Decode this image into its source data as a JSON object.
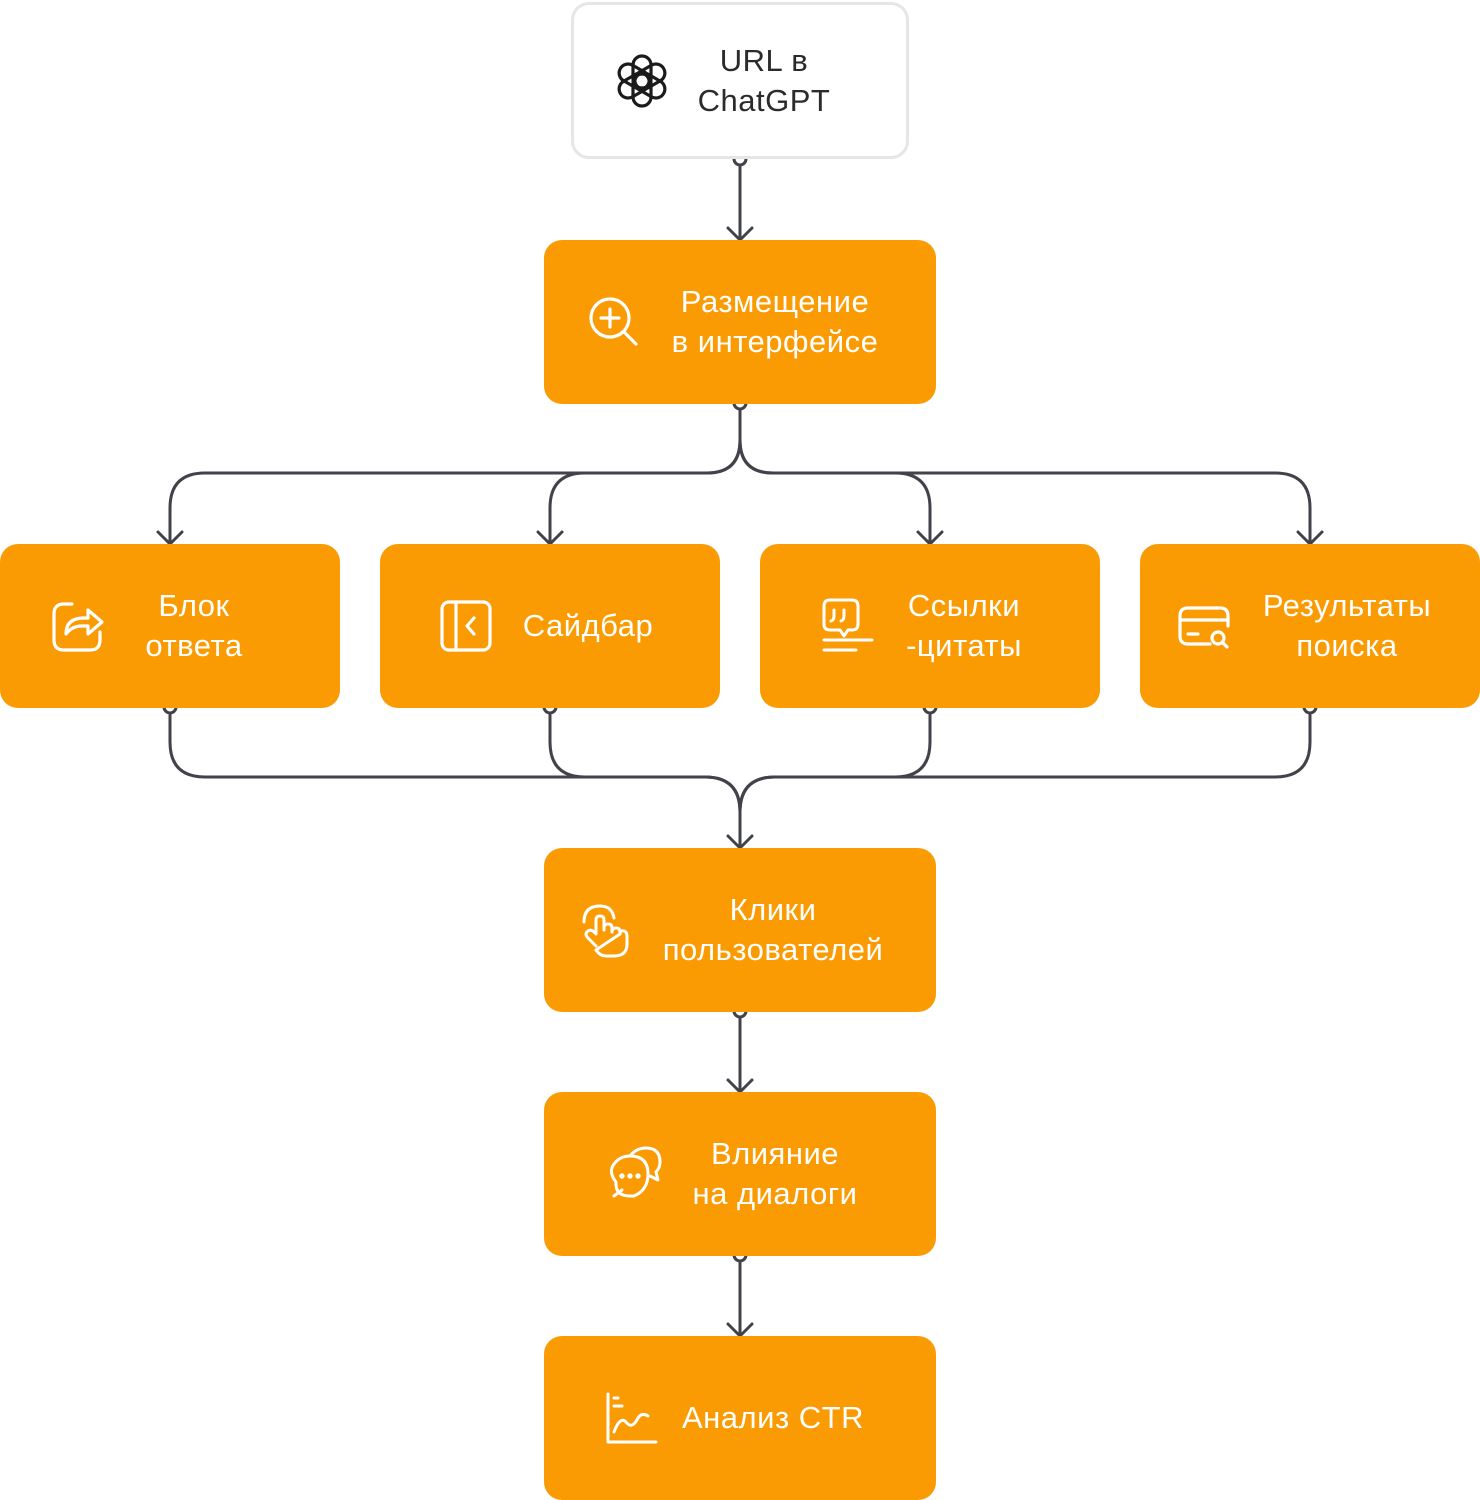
{
  "colors": {
    "node_fill": "#FA9B04",
    "start_fill": "#FFFFFF",
    "start_border": "#E6E6E6",
    "connector": "#41424A",
    "node_text": "#FFFFFF",
    "start_text": "#2B2B2B"
  },
  "nodes": {
    "start": {
      "icon": "openai-logo-icon",
      "line1": "URL в",
      "line2": "ChatGPT"
    },
    "placement": {
      "icon": "zoom-in-icon",
      "line1": "Размещение",
      "line2": "в интерфейсе"
    },
    "answer_block": {
      "icon": "share-icon",
      "line1": "Блок",
      "line2": "ответа"
    },
    "sidebar": {
      "icon": "sidebar-collapse-icon",
      "line1": "Сайдбар"
    },
    "citations": {
      "icon": "quote-icon",
      "line1": "Ссылки",
      "line2": "-цитаты"
    },
    "search_results": {
      "icon": "search-card-icon",
      "line1": "Результаты",
      "line2": "поиска"
    },
    "clicks": {
      "icon": "pointer-hand-icon",
      "line1": "Клики",
      "line2": "пользователей"
    },
    "dialogs": {
      "icon": "chat-bubbles-icon",
      "line1": "Влияние",
      "line2": "на диалоги"
    },
    "ctr": {
      "icon": "line-chart-icon",
      "line1": "Анализ CTR"
    }
  },
  "edges": [
    [
      "start",
      "placement"
    ],
    [
      "placement",
      "answer_block"
    ],
    [
      "placement",
      "sidebar"
    ],
    [
      "placement",
      "citations"
    ],
    [
      "placement",
      "search_results"
    ],
    [
      "answer_block",
      "clicks"
    ],
    [
      "sidebar",
      "clicks"
    ],
    [
      "citations",
      "clicks"
    ],
    [
      "search_results",
      "clicks"
    ],
    [
      "clicks",
      "dialogs"
    ],
    [
      "dialogs",
      "ctr"
    ]
  ]
}
